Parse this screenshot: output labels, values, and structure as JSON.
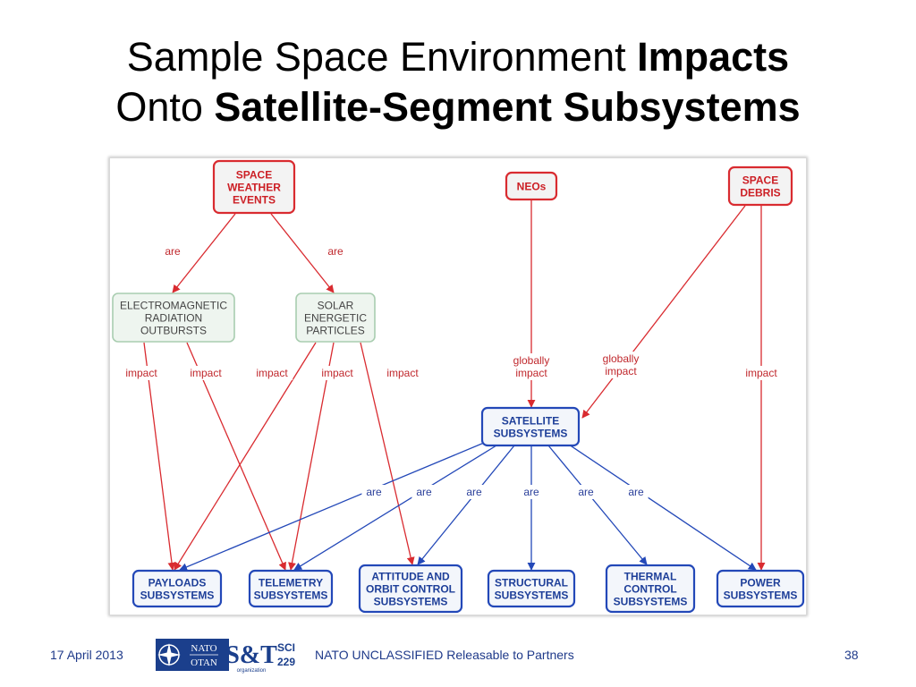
{
  "title": {
    "line1_regular": "Sample Space Environment ",
    "line1_bold": "Impacts",
    "line2_regular": "Onto ",
    "line2_bold": "Satellite-Segment Subsystems"
  },
  "colors": {
    "red": "#d92b30",
    "blue": "#2348b8",
    "footer_blue": "#1f3a8a"
  },
  "diagram": {
    "nodes": {
      "space_weather": [
        "SPACE",
        "WEATHER",
        "EVENTS"
      ],
      "neos": [
        "NEOs"
      ],
      "space_debris": [
        "SPACE",
        "DEBRIS"
      ],
      "emr": [
        "ELECTROMAGNETIC",
        "RADIATION",
        "OUTBURSTS"
      ],
      "sep": [
        "SOLAR",
        "ENERGETIC",
        "PARTICLES"
      ],
      "satellite": [
        "SATELLITE",
        "SUBSYSTEMS"
      ],
      "payloads": [
        "PAYLOADS",
        "SUBSYSTEMS"
      ],
      "telemetry": [
        "TELEMETRY",
        "SUBSYSTEMS"
      ],
      "aocs": [
        "ATTITUDE AND",
        "ORBIT CONTROL",
        "SUBSYSTEMS"
      ],
      "structural": [
        "STRUCTURAL",
        "SUBSYSTEMS"
      ],
      "thermal": [
        "THERMAL",
        "CONTROL",
        "SUBSYSTEMS"
      ],
      "power": [
        "POWER",
        "SUBSYSTEMS"
      ]
    },
    "labels": {
      "are": "are",
      "impact": "impact",
      "globally_impact": [
        "globally",
        "impact"
      ]
    }
  },
  "footer": {
    "date": "17 April 2013",
    "classification": "NATO UNCLASSIFIED Releasable to Partners",
    "page": "38",
    "logo": {
      "nato": "NATO",
      "otan": "OTAN",
      "st": "S&T",
      "org": "organization",
      "sci": "SCI",
      "num": "229"
    }
  }
}
